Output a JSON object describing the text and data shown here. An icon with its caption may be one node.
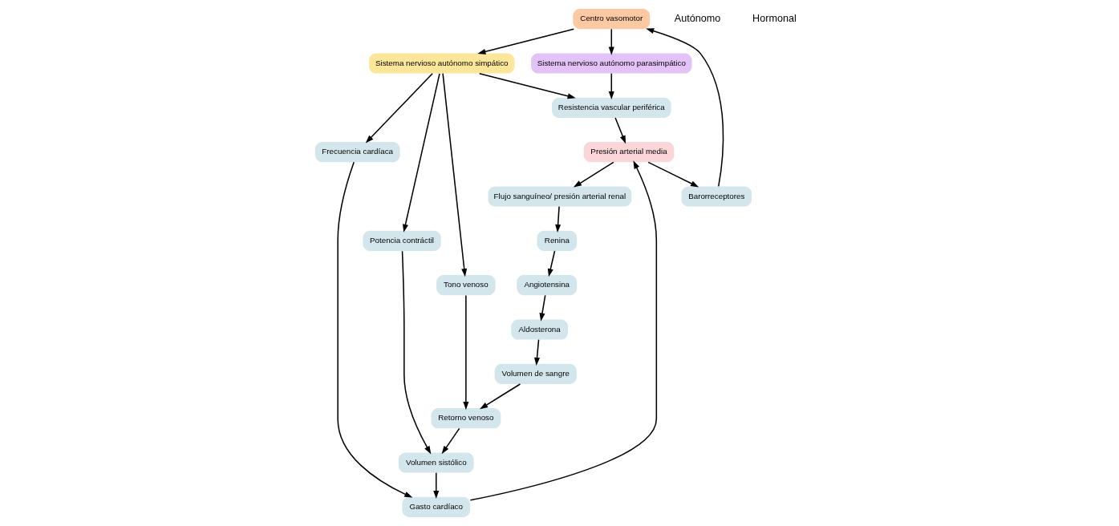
{
  "diagram": {
    "nodes": [
      {
        "text": [
          "Centro vasomotor"
        ]
      },
      {
        "text": [
          "Sistema nervioso autónomo parasimpático"
        ]
      },
      {
        "text": [
          "Sistema nervioso autónomo simpático"
        ]
      },
      {
        "text": [
          "Barorreceptores"
        ]
      },
      {
        "text": [
          "Resistencia vascular periférica"
        ]
      },
      {
        "text": [
          "Frecuencia cardíaca"
        ]
      },
      {
        "text": [
          "Potencia contráctil"
        ]
      },
      {
        "text": [
          "Tono venoso"
        ]
      },
      {
        "text": [
          "Presión arterial media"
        ]
      },
      {
        "text": [
          "Gasto cardíaco"
        ]
      },
      {
        "text": [
          "Volumen sistólico"
        ]
      },
      {
        "text": [
          "Retorno venoso"
        ]
      },
      {
        "text": [
          "Volumen de sangre"
        ]
      },
      {
        "text": [
          "Aldosterona"
        ]
      },
      {
        "text": [
          "Flujo sanguíneo/ presión arterial renal"
        ]
      },
      {
        "text": [
          "Renina"
        ]
      },
      {
        "text": [
          "Angiotensina"
        ]
      }
    ],
    "edges": [
      {
        "from": 3,
        "to": 0,
        "arrow": "to"
      },
      {
        "from": 0,
        "to": 2,
        "arrow": "to"
      },
      {
        "from": 0,
        "to": 1,
        "arrow": "to"
      },
      {
        "from": 1,
        "to": 4,
        "arrow": "to"
      },
      {
        "from": 2,
        "to": 4,
        "arrow": "to"
      },
      {
        "from": 2,
        "to": 5,
        "arrow": "to"
      },
      {
        "from": 2,
        "to": 6,
        "arrow": "to"
      },
      {
        "from": 2,
        "to": 7,
        "arrow": "to"
      },
      {
        "from": 4,
        "to": 8,
        "arrow": "to"
      },
      {
        "from": 8,
        "to": 3,
        "arrow": "to"
      },
      {
        "from": 5,
        "to": 9,
        "arrow": "to"
      },
      {
        "from": 6,
        "to": 10,
        "arrow": "to"
      },
      {
        "from": 7,
        "to": 11,
        "arrow": "to"
      },
      {
        "from": 9,
        "to": 8,
        "arrow": "to"
      },
      {
        "from": 10,
        "to": 9,
        "arrow": "to"
      },
      {
        "from": 11,
        "to": 10,
        "arrow": "to"
      },
      {
        "from": 12,
        "to": 11,
        "arrow": "to"
      },
      {
        "from": 13,
        "to": 12,
        "arrow": "to"
      },
      {
        "from": 8,
        "to": 14,
        "arrow": "to"
      },
      {
        "from": 14,
        "to": 15,
        "arrow": "to"
      },
      {
        "from": 15,
        "to": 16,
        "arrow": "to"
      },
      {
        "from": 16,
        "to": 13,
        "arrow": "to"
      }
    ],
    "labels": [
      "Autónomo",
      "Hormonal"
    ]
  }
}
